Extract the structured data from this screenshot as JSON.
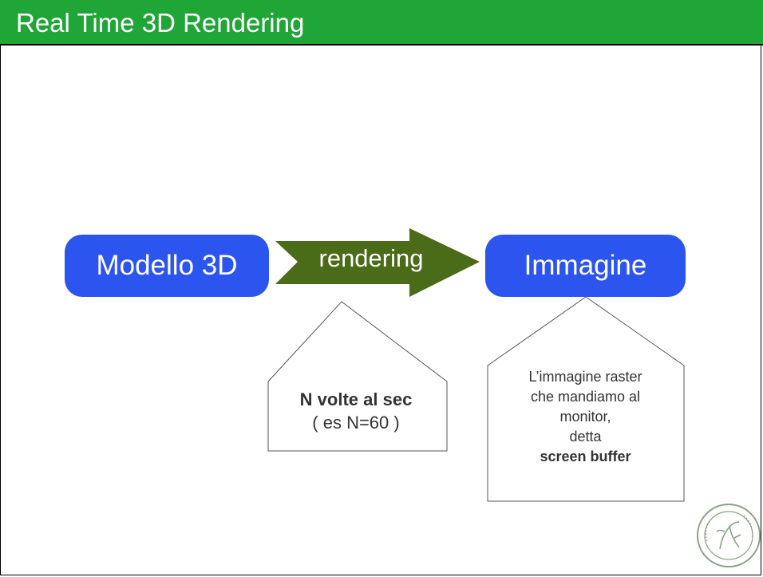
{
  "title": "Real Time 3D Rendering",
  "nodes": {
    "source": "Modello 3D",
    "target": "Immagine"
  },
  "arrow": {
    "label": "rendering"
  },
  "callout_rendering": {
    "line1": "N volte al sec",
    "line2": "( es N=60 )"
  },
  "callout_image": {
    "line1": "L’immagine raster",
    "line2": "che mandiamo al",
    "line3": "monitor,",
    "line4": "detta",
    "line5": "screen buffer"
  },
  "colors": {
    "title_bar": "#1fa637",
    "node": "#2b55ee",
    "arrow": "#4a6b17"
  },
  "logo": "university-seal"
}
